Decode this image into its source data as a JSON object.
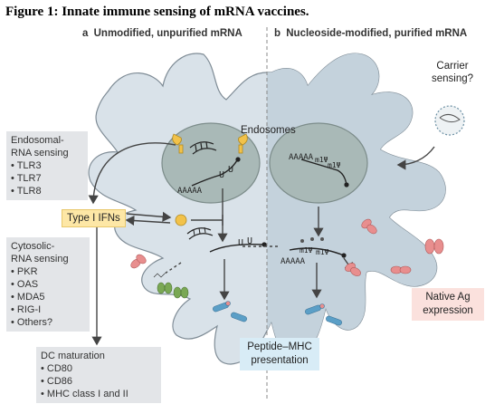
{
  "figure": {
    "title": "Figure 1: Innate immune sensing of mRNA vaccines."
  },
  "panel_a": {
    "letter": "a",
    "title": "Unmodified, unpurified mRNA"
  },
  "panel_b": {
    "letter": "b",
    "title": "Nucleoside-modified, purified mRNA"
  },
  "labels": {
    "endosomes": "Endosomes",
    "carrier_sensing_line1": "Carrier",
    "carrier_sensing_line2": "sensing?",
    "type1_ifns": "Type I IFNs",
    "native_ag_line1": "Native Ag",
    "native_ag_line2": "expression",
    "peptide_mhc_line1": "Peptide–MHC",
    "peptide_mhc_line2": "presentation"
  },
  "endosomal_box": {
    "heading_line1": "Endosomal-",
    "heading_line2": "RNA sensing",
    "items": [
      "• TLR3",
      "• TLR7",
      "• TLR8"
    ]
  },
  "cytosolic_box": {
    "heading_line1": "Cytosolic-",
    "heading_line2": "RNA sensing",
    "items": [
      "• PKR",
      "• OAS",
      "• MDA5",
      "• RIG-I",
      "• Others?"
    ]
  },
  "dc_box": {
    "heading": "DC maturation",
    "items": [
      "• CD80",
      "• CD86",
      "• MHC class I and II"
    ]
  },
  "mrna_text": {
    "polyA": "AAAAA",
    "uridine": "U",
    "m1psi": "m1Ψ"
  },
  "colors": {
    "cell": "#d9e2e9",
    "cell_right": "#c9d6df",
    "endosome": "#a9b9b7",
    "type1_ifn_bg": "#fde7a6",
    "native_ag_bg": "#fbe1dd",
    "peptide_bg": "#d8ecf6",
    "sensor_yellow": "#f2c24a",
    "protein_pink": "#e88e8e",
    "mhc_blue": "#5b9fc7"
  }
}
